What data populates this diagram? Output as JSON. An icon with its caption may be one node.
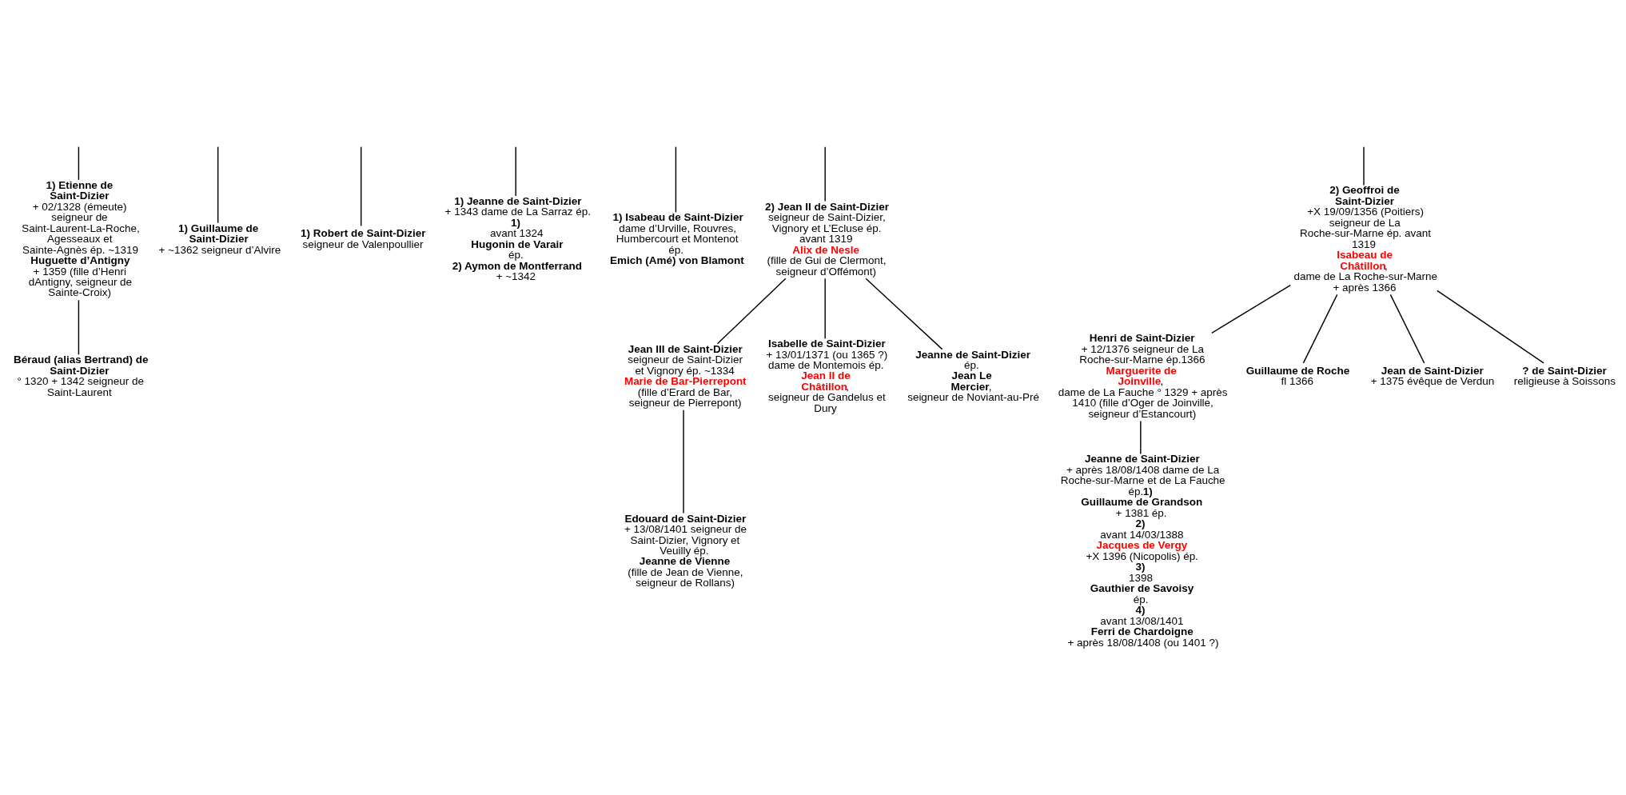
{
  "diagram": {
    "nodes": [
      {
        "text": [
          "1) Etienne de Saint-Dizier",
          "+ 02/1328 (émeute) seigneur de Saint-Laurent-La-Roche, Agesseaux et Sainte-Agnès ép. ~1319 **Huguette d’Antigny** + 1359 (fille d’Henri dAntigny, seigneur de Sainte-Croix)"
        ]
      },
      {
        "text": [
          "1) Guillaume de Saint-Dizier",
          "+ ~1362 seigneur d’Alvire"
        ]
      },
      {
        "text": [
          "1) Robert de Saint-Dizier",
          "seigneur de Valenpoullier"
        ]
      },
      {
        "text": [
          "1) Jeanne de Saint-Dizier",
          "+ 1343 dame de La Sarraz ép. **1)** avant 1324 **Hugonin de Varair** ép. **2) Aymon de Montferrand** + ~1342"
        ]
      },
      {
        "text": [
          "1) Isabeau de Saint-Dizier",
          "dame d’Urville, Rouvres, Humbercourt et Montenot ép. **Emich (Amé) von Blamont**"
        ]
      },
      {
        "text": [
          "2) Jean II de Saint-Dizier",
          "seigneur de Saint-Dizier, Vignory et L’Ecluse ép. avant 1319 **Alix de Nesle** (fille de Gui de Clermont, seigneur d’Offémont)"
        ]
      },
      {
        "text": [
          "2) Geoffroi de Saint-Dizier",
          "+X 19/09/1356 (Poitiers) seigneur de La Roche-sur-Marne ép. avant 1319 **Isabeau de Châtillon**, dame de La Roche-sur-Marne + après 1366"
        ]
      },
      {
        "text": [
          "Béraud (alias Bertrand) de Saint-Dizier",
          "° 1320 + 1342 seigneur de Saint-Laurent"
        ]
      },
      {
        "text": [
          "Jean III de Saint-Dizier",
          "seigneur de Saint-Dizier et Vignory ép. ~1334 **Marie de Bar-Pierrepont** (fille d’Erard de Bar, seigneur de Pierrepont)"
        ]
      },
      {
        "text": [
          "Isabelle de Saint-Dizier",
          "+ 13/01/1371 (ou 1365 ?) dame de Montemois ép. **Jean II de Châtillon**, seigneur de Gandelus et Dury"
        ]
      },
      {
        "text": [
          "Jeanne de Saint-Dizier",
          "ép. **Jean Le Mercier**, seigneur de Noviant-au-Pré"
        ]
      },
      {
        "text": [
          "Edouard de Saint-Dizier",
          "+ 13/08/1401 seigneur de Saint-Dizier, Vignory et Veuilly ép. **Jeanne de Vienne** (fille de Jean de Vienne, seigneur de Rollans)"
        ]
      },
      {
        "text": [
          "Henri de Saint-Dizier",
          "+ 12/1376 seigneur de La Roche-sur-Marne ép.1366 **Marguerite de Joinville**, dame de La Fauche ° 1329 + après 1410 (fille d’Oger de Joinville, seigneur d’Estancourt)"
        ]
      },
      {
        "text": [
          "Guillaume de Roche",
          "fl 1366"
        ]
      },
      {
        "text": [
          "Jean de Saint-Dizier",
          "+ 1375 évêque de Verdun"
        ]
      },
      {
        "text": [
          "? de Saint-Dizier",
          "religieuse à Soissons"
        ]
      },
      {
        "text": [
          "Jeanne de Saint-Dizier",
          "+ après 18/08/1408 dame de La Roche-sur-Marne et de La Fauche ép.**1) Guillaume de Grandson** + 1381 ép. **2)** avant 14/03/1388 **Jacques de Vergy** +X 1396 (Nicopolis) ép. **3)** 1398 **Gauthier de Savoisy** ép. **4)** avant 13/08/1401 **Ferri de Chardoigne** + après 18/08/1408 (ou 1401 ?)"
        ]
      }
    ],
    "edges": [
      {
        "from": null,
        "to": 0,
        "arrow": "none"
      },
      {
        "from": null,
        "to": 1,
        "arrow": "none"
      },
      {
        "from": null,
        "to": 2,
        "arrow": "none"
      },
      {
        "from": null,
        "to": 3,
        "arrow": "none"
      },
      {
        "from": null,
        "to": 4,
        "arrow": "none"
      },
      {
        "from": null,
        "to": 5,
        "arrow": "none"
      },
      {
        "from": null,
        "to": 6,
        "arrow": "none"
      },
      {
        "from": 0,
        "to": 7,
        "arrow": "none"
      },
      {
        "from": 5,
        "to": 8,
        "arrow": "none"
      },
      {
        "from": 5,
        "to": 9,
        "arrow": "none"
      },
      {
        "from": 5,
        "to": 10,
        "arrow": "none"
      },
      {
        "from": 8,
        "to": 11,
        "arrow": "none"
      },
      {
        "from": 6,
        "to": 12,
        "arrow": "none"
      },
      {
        "from": 6,
        "to": 13,
        "arrow": "none"
      },
      {
        "from": 6,
        "to": 14,
        "arrow": "none"
      },
      {
        "from": 6,
        "to": 15,
        "arrow": "none"
      },
      {
        "from": 12,
        "to": 16,
        "arrow": "none"
      }
    ]
  }
}
